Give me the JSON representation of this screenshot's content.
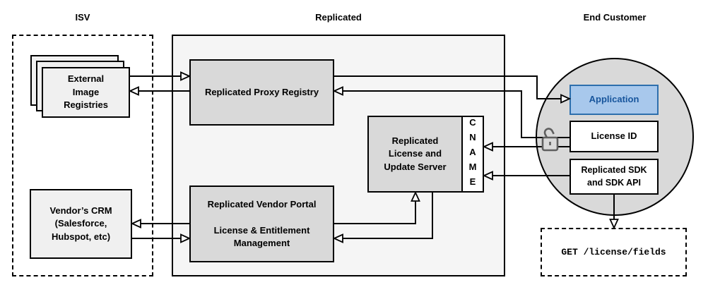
{
  "titles": {
    "isv": "ISV",
    "replicated": "Replicated",
    "end_customer": "End Customer"
  },
  "nodes": {
    "external_registries": "External\nImage\nRegistries",
    "vendors_crm": "Vendor’s CRM\n(Salesforce,\nHubspot, etc)",
    "proxy_registry": "Replicated Proxy Registry",
    "vendor_portal": "Replicated Vendor Portal\n\nLicense & Entitlement\nManagement",
    "license_update_server": "Replicated\nLicense and\nUpdate Server",
    "cname": "CNAME",
    "application": "Application",
    "license_id": "License ID",
    "replicated_sdk": "Replicated SDK\nand SDK API",
    "get_license_fields": "GET /license/fields"
  },
  "icons": {
    "lock": "open-padlock"
  },
  "colors": {
    "replicated_container_fill": "#f5f5f5",
    "dark_node_fill": "#d9d9d9",
    "light_node_fill": "#f0f0f0",
    "end_customer_circle_fill": "#d9d9d9",
    "application_fill": "#a8c8ec",
    "application_border": "#2e6fad",
    "application_text": "#17559c",
    "line_color": "#000000"
  }
}
